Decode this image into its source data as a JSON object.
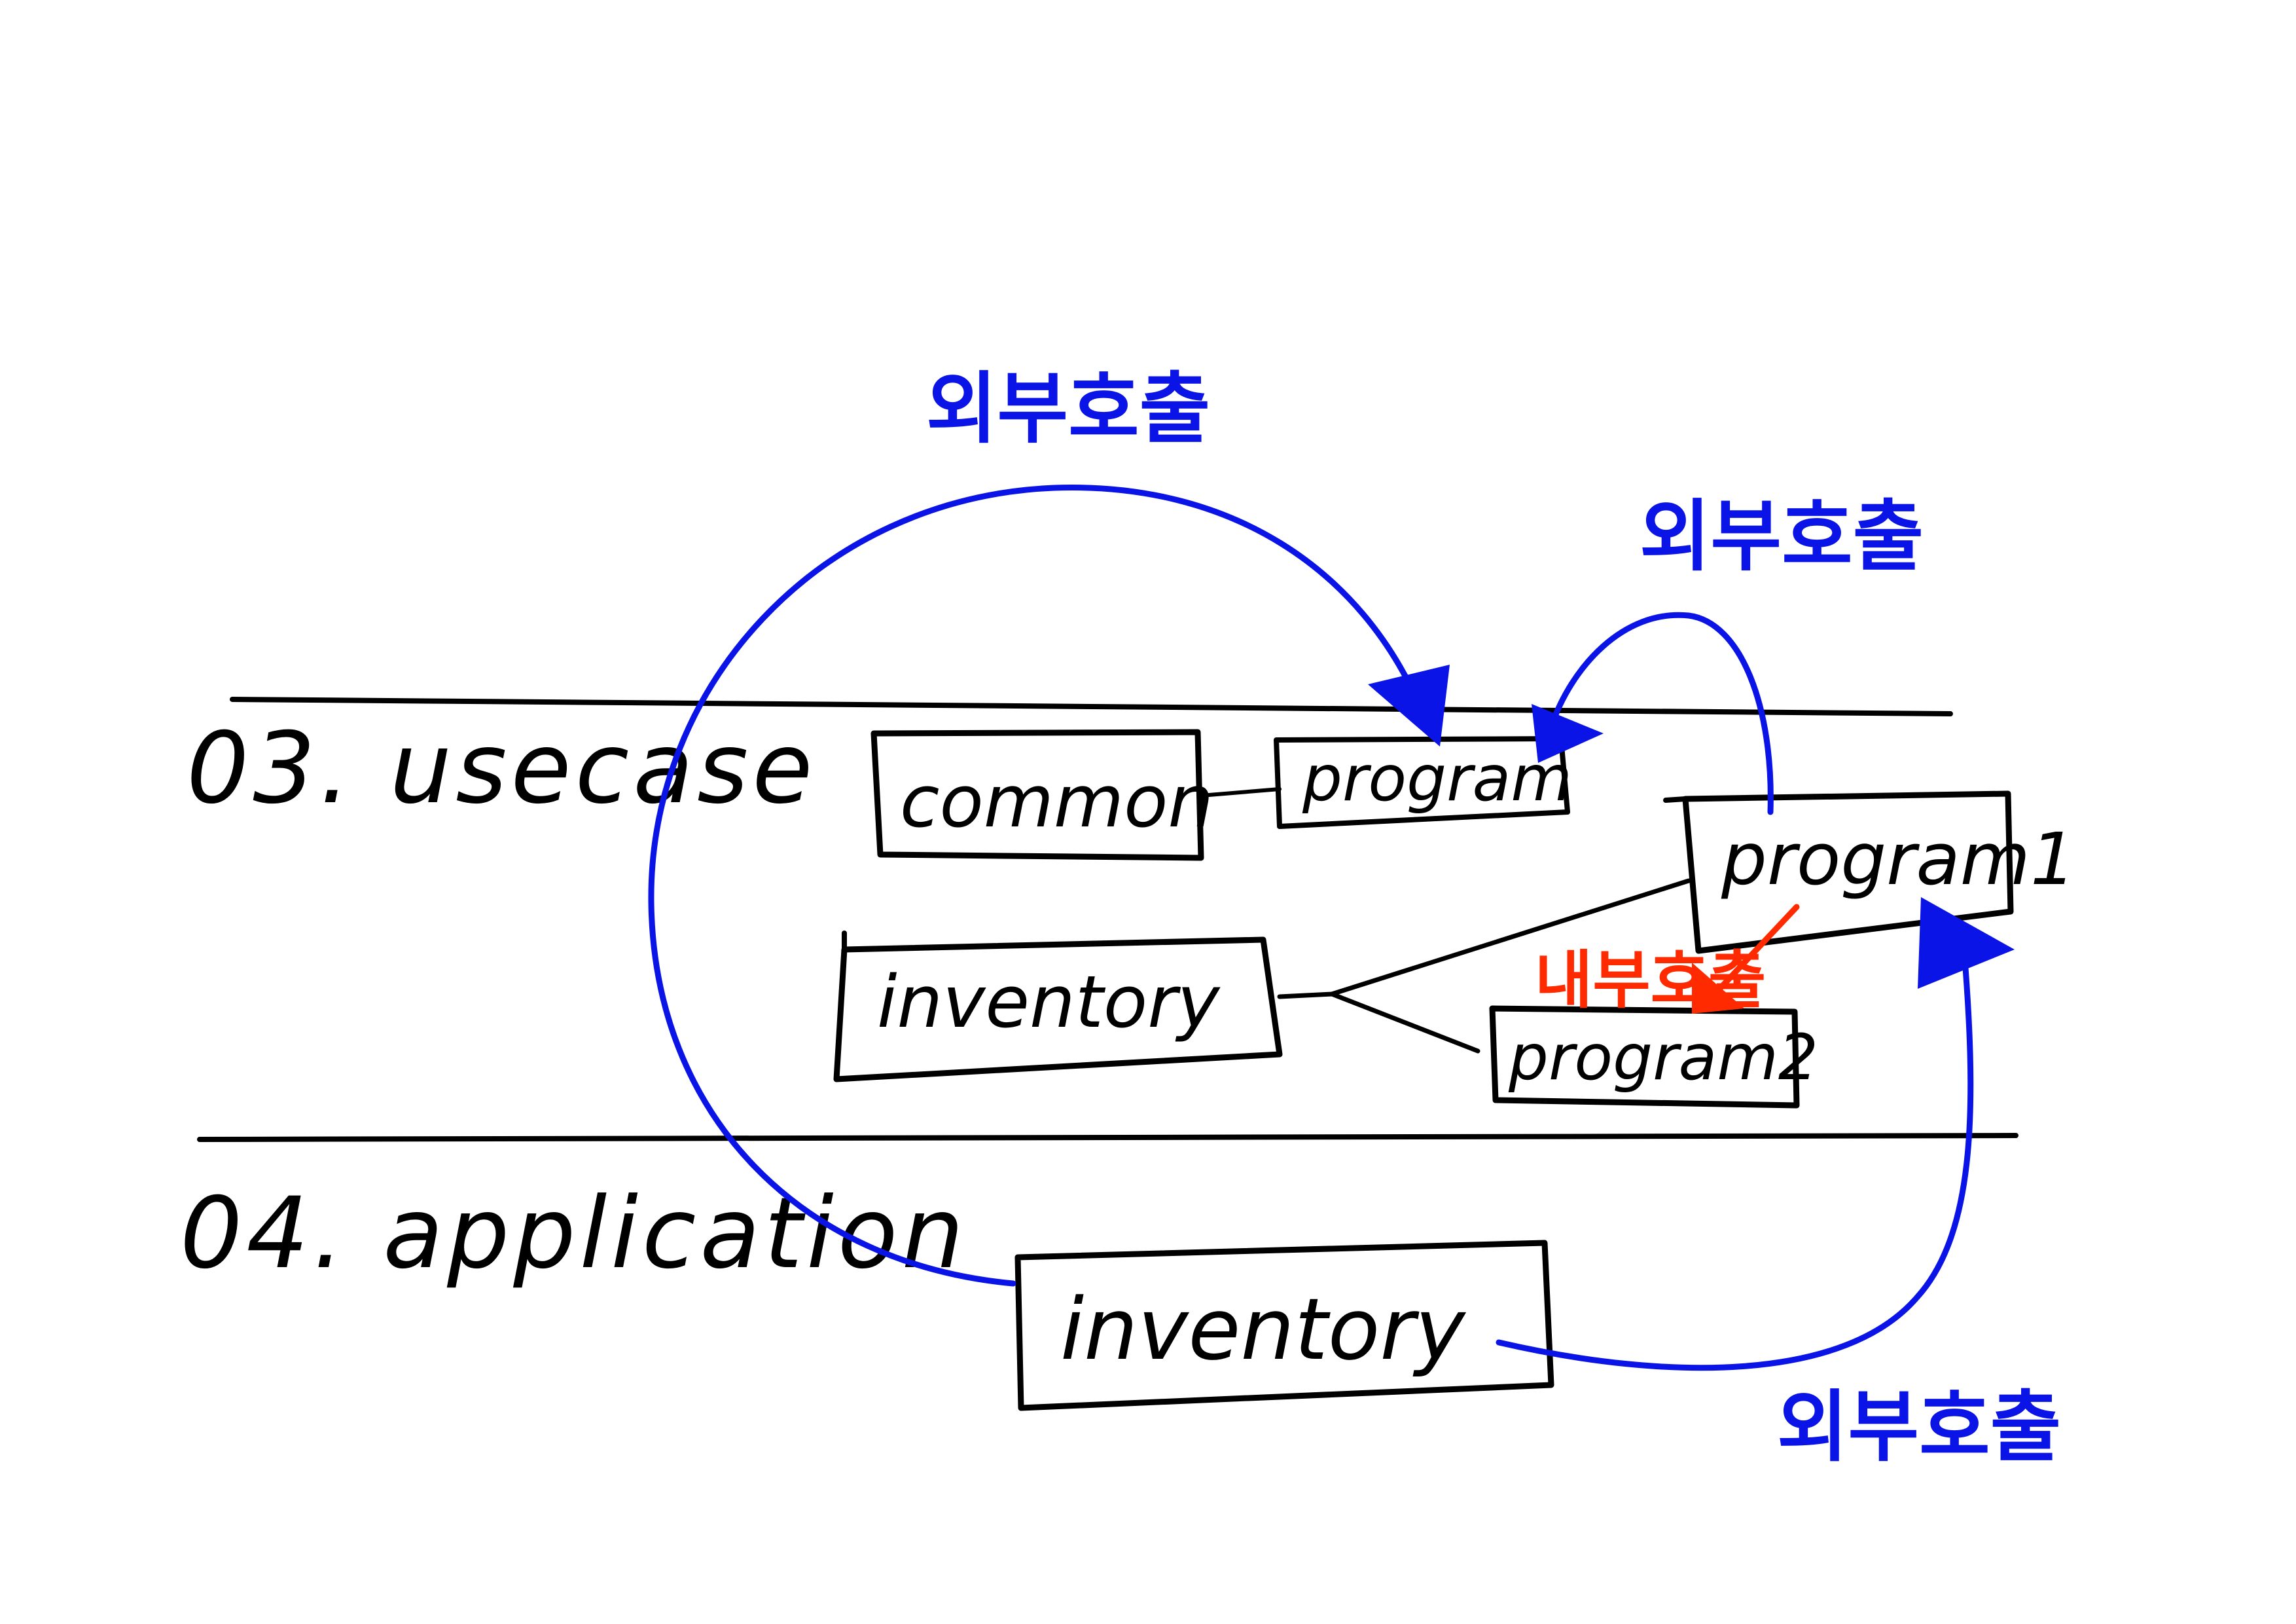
{
  "layers": {
    "usecase": "03. usecase",
    "application": "04. application"
  },
  "boxes": {
    "common": "common",
    "common_program": "program",
    "inventory_usecase": "inventory",
    "program1": "program1",
    "program2": "program2",
    "inventory_application": "inventory"
  },
  "calls": {
    "external_1": "외부호출",
    "external_2": "외부호출",
    "external_3": "외부호출",
    "internal": "내부호출"
  },
  "colors": {
    "external": "#0a14e6",
    "internal": "#ff2a00",
    "ink": "#000000"
  }
}
